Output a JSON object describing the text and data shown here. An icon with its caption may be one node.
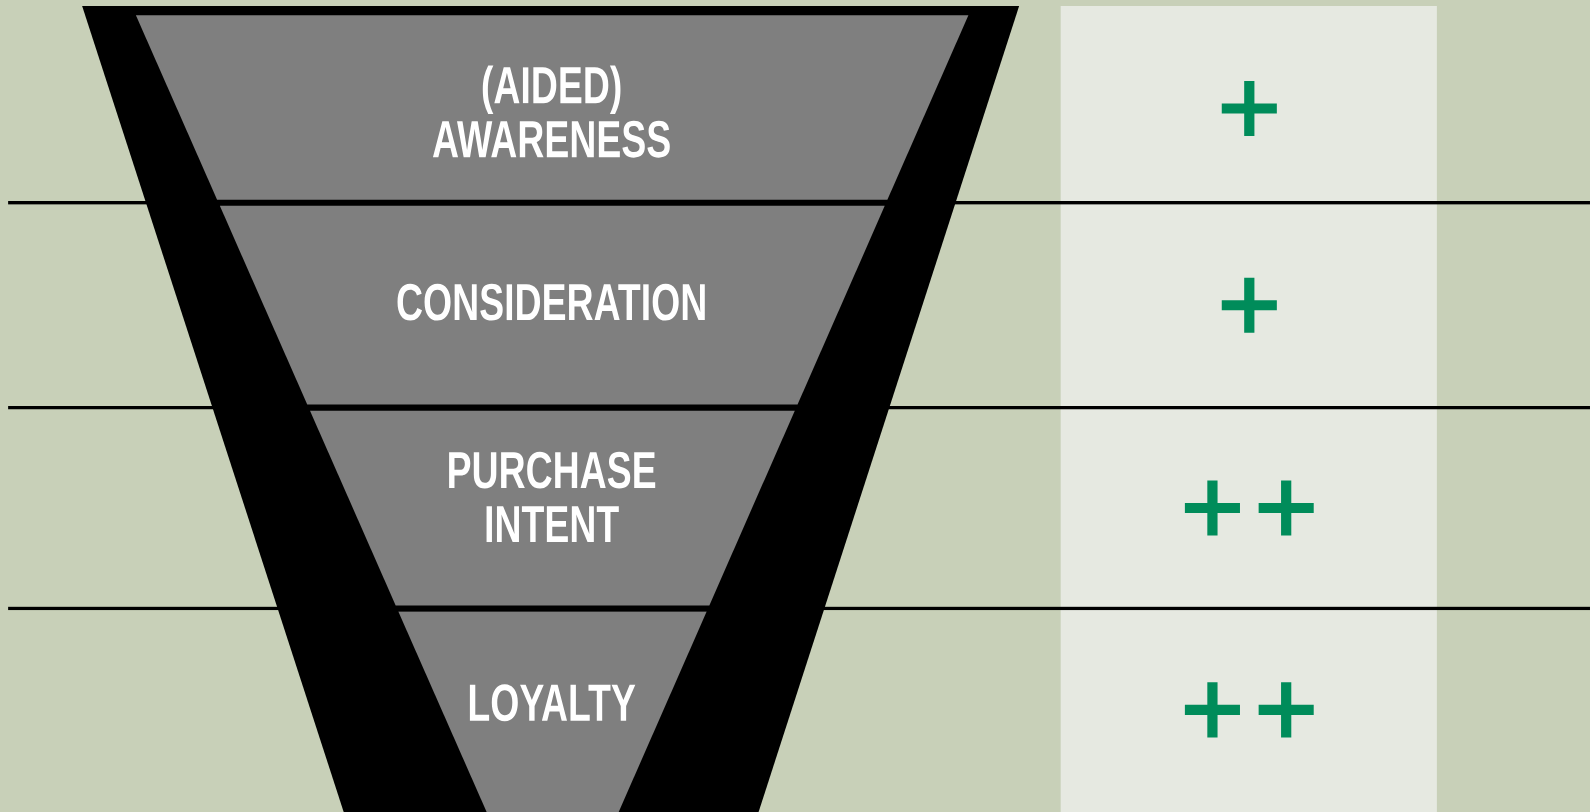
{
  "diagram": {
    "nodes": [
      {
        "text": [
          "(AIDED) AWARENESS"
        ]
      },
      {
        "text": [
          "CONSIDERATION"
        ]
      },
      {
        "text": [
          "PURCHASE INTENT"
        ]
      },
      {
        "text": [
          "LOYALTY"
        ]
      }
    ],
    "labels": [
      "+",
      "+",
      "++",
      "++"
    ]
  }
}
